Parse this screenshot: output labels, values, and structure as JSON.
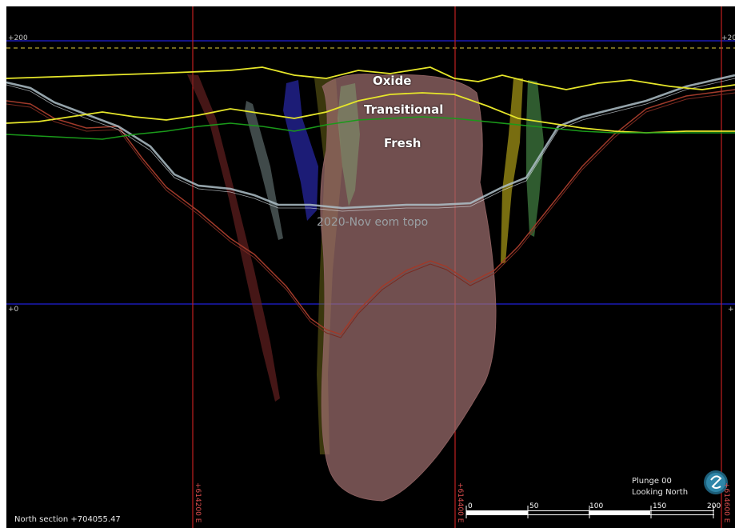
{
  "zones": {
    "oxide": "Oxide",
    "transitional": "Transitional",
    "fresh": "Fresh"
  },
  "topo_label": "2020-Nov eom topo",
  "elevation_labels": {
    "upper_left": "+200",
    "upper_right": "+20",
    "lower_left": "+0",
    "lower_right": "+"
  },
  "easting_labels": [
    "+614200 E",
    "+614400 E",
    "+614600 E"
  ],
  "view": {
    "plunge": "Plunge 00",
    "direction": "Looking North",
    "section": "North section +704055.47"
  },
  "scale_bar": {
    "ticks": [
      "0",
      "50",
      "100",
      "150",
      "200"
    ]
  },
  "compass_icon": "compass-icon",
  "colors": {
    "background": "#000000",
    "grid_blue": "#1a1ad0",
    "grid_red": "#c02020",
    "oxide_line": "#e6e62a",
    "fresh_line": "#1a9a1a",
    "topo_line": "#aebfc8",
    "ore_body": "#a07272"
  }
}
